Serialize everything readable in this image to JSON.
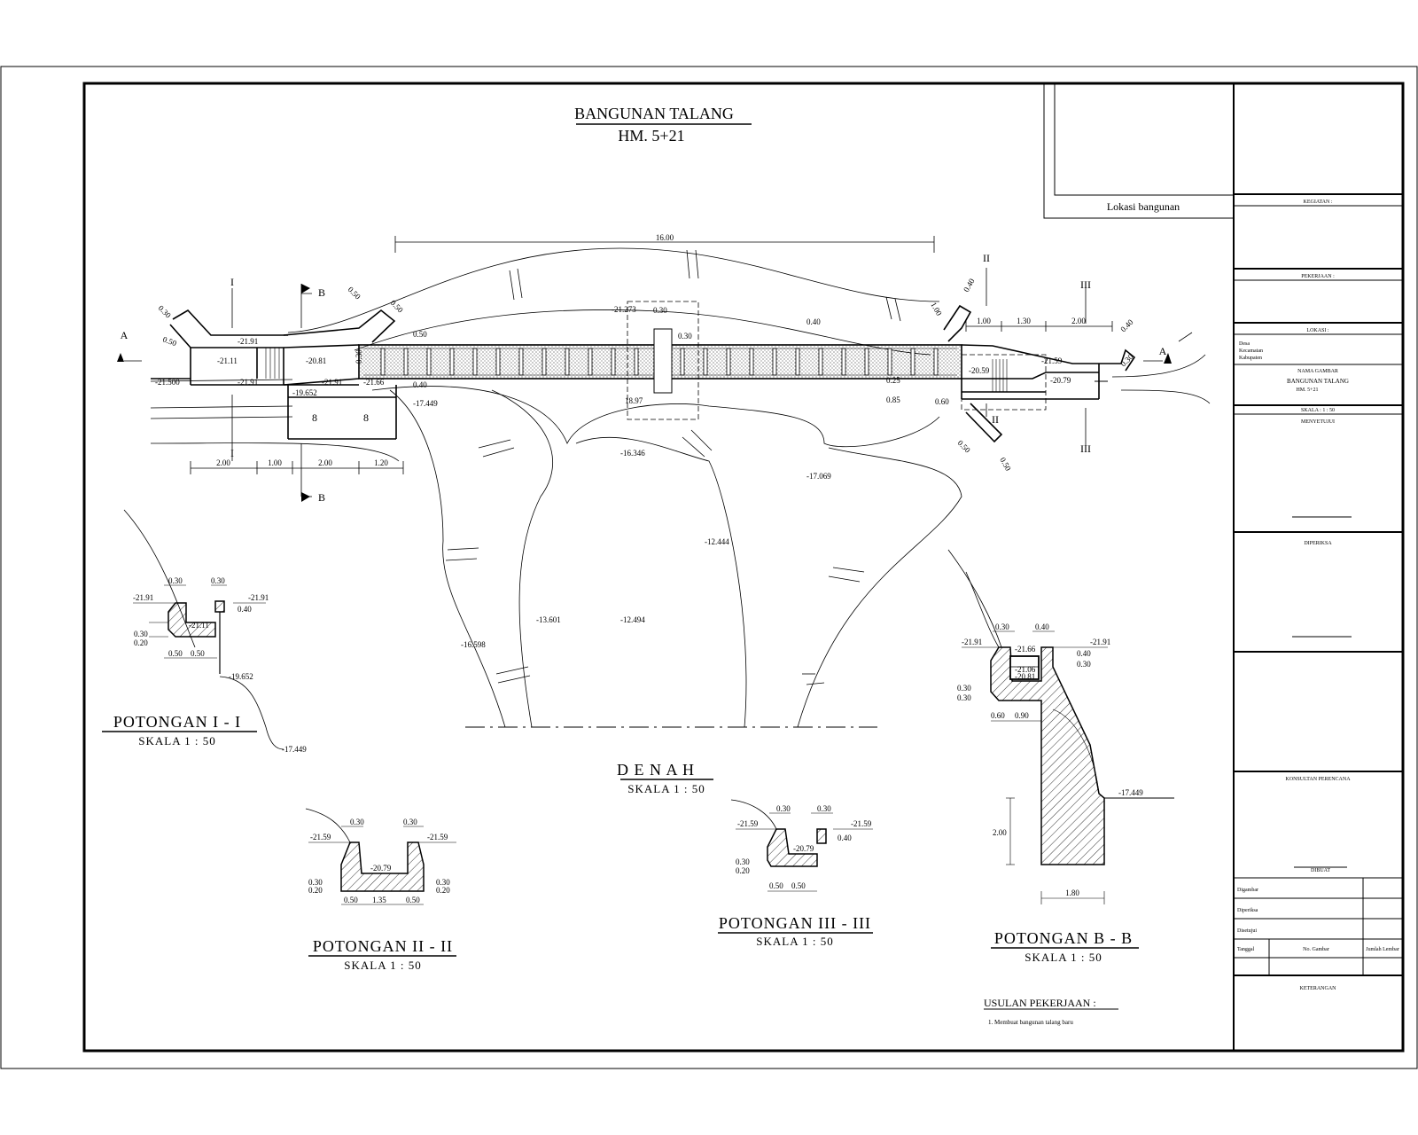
{
  "title": {
    "main": "BANGUNAN TALANG",
    "sub": "HM. 5+21"
  },
  "location_label": "Lokasi bangunan",
  "plan": {
    "name": "D E N A H",
    "scale": "SKALA 1 : 50",
    "overall_dim": "16.00",
    "bottom_dims": [
      "2.00",
      "1.00",
      "2.00",
      "1.20"
    ],
    "right_dims": [
      "1.00",
      "1.30",
      "2.00"
    ],
    "dims_small": [
      "0.30",
      "0.50",
      "0.50",
      "0.50",
      "0.30",
      "0.50",
      "0.40",
      "0.30",
      "0.25",
      "0.85",
      "0.60",
      "1.00",
      "0.40",
      "0.40",
      "0.30",
      "0.50",
      "0.50",
      "0.30",
      "0.40"
    ],
    "elevations": [
      "-21.91",
      "-21.11",
      "-21.500",
      "-21.91",
      "-20.81",
      "-21.91",
      "-21.66",
      "-19.652",
      "-17.449",
      "-21.273",
      "18.97",
      "-16.346",
      "-17.069",
      "-12.444",
      "-13.601",
      "-12.494",
      "-16.598",
      "-20.59",
      "-21.59",
      "-20.79"
    ],
    "section_marks": {
      "I": "I",
      "II": "II",
      "III": "III",
      "A": "A",
      "B": "B"
    }
  },
  "sections": [
    {
      "id": "sec-1",
      "title": "POTONGAN  I - I",
      "scale": "SKALA 1 : 50",
      "labels": [
        "0.30",
        "0.30",
        "-21.91",
        "-21.91",
        "0.40",
        "-21.11",
        "0.30",
        "0.20",
        "0.50",
        "0.50",
        "-19.652",
        "-17.449"
      ]
    },
    {
      "id": "sec-2",
      "title": "POTONGAN  II - II",
      "scale": "SKALA 1 : 50",
      "labels": [
        "0.30",
        "0.30",
        "-21.59",
        "-21.59",
        "-20.79",
        "0.30",
        "0.20",
        "0.30",
        "0.20",
        "0.50",
        "1.35",
        "0.50"
      ]
    },
    {
      "id": "sec-3",
      "title": "POTONGAN  III - III",
      "scale": "SKALA 1 : 50",
      "labels": [
        "0.30",
        "0.30",
        "-21.59",
        "-21.59",
        "0.40",
        "-20.79",
        "0.30",
        "0.20",
        "0.50",
        "0.50"
      ]
    },
    {
      "id": "sec-b",
      "title": "POTONGAN  B - B",
      "scale": "SKALA 1 : 50",
      "labels": [
        "0.30",
        "0.40",
        "-21.91",
        "-21.91",
        "-21.66",
        "-21.06",
        "-20.81",
        "0.40",
        "0.30",
        "0.30",
        "0.30",
        "0.60",
        "0.90",
        "-17.449",
        "2.00",
        "1.80"
      ]
    }
  ],
  "usulan": {
    "title": "USULAN PEKERJAAN :",
    "items": [
      "1. Membuat bangunan talang baru"
    ]
  },
  "title_block": {
    "kegiatan": "KEGIATAN :",
    "pekerjaan": "PEKERJAAN :",
    "lokasi": "LOKASI :",
    "lokasi_rows": [
      "Desa",
      "Kecamatan",
      "Kabupaten"
    ],
    "gambar_label": "NAMA GAMBAR",
    "gambar_value": "BANGUNAN TALANG",
    "gambar_hm": "HM. 5+21",
    "skala": "SKALA : 1 : 50",
    "menyetujui": "MENYETUJUI",
    "diperiksa": "DIPERIKSA",
    "konsultan": "KONSULTAN PERENCANA",
    "dibuat": "DIBUAT",
    "rows": [
      "Digambar",
      "Diperiksa",
      "Disetujui"
    ],
    "tanggal": "Tanggal",
    "no_gambar": "No. Gambar",
    "jumlah": "Jumlah Lembar",
    "keterangan": "KETERANGAN"
  }
}
